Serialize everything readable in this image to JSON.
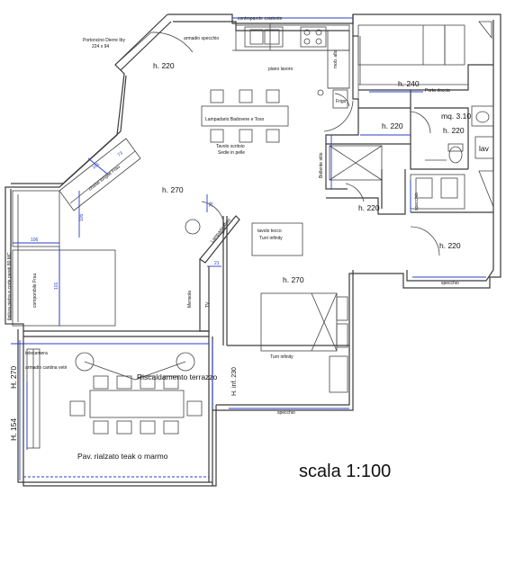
{
  "labels": {
    "controparete": "controparete esistente",
    "portoncino": "Portoncino Dierre Iby",
    "portoncino_size": "224 x 94",
    "armadio_specchio": "armadio specchio",
    "h220_entry": "h. 220",
    "piano_lavoro": "piano lavoro",
    "lampadario": "Lampadario Badovere e Toso",
    "tavolo": "Tavolo scritoio",
    "sedie": "Sedie in pelle",
    "frigo": "Frigo",
    "mob_alto": "mob. alto",
    "h240": "h. 240",
    "porta_doccia": "Porta doccia",
    "h220_bath1": "h. 220",
    "mq": "mq. 3.10",
    "h220_bath2": "h. 220",
    "lav": "lav",
    "bollente_stilo": "Bollente stilo",
    "h270_living": "h. 270",
    "chaise": "chaise longue Frau",
    "h220_corridor": "h. 220",
    "tavolo_tecco": "tavolo tecco",
    "turri_infinity_1": "Turri infinity",
    "h220_right": "h. 220",
    "specchio_1": "specchio",
    "specchio_2": "specchio",
    "componibile": "componibile Frau",
    "finitura": "finitura pietra e corte pareti 80 MC",
    "h270_bed": "h. 270",
    "turri_infinity_2": "Turri infinity",
    "mensola": "Mensola",
    "tv": "TV",
    "lampada": "Lampada stelo",
    "h270_left": "H. 270",
    "telecamera": "telecamera",
    "armadio_vetri": "armadio cantina vetri",
    "riscaldamento": "Riscaldamento terrazzo",
    "h_inf": "H. inf. 230",
    "specchio_bed": "specchio",
    "h154": "H. 154",
    "pavimento": "Pav. rialzato teak o marmo",
    "scala": "scala 1:100",
    "dim_181": "181",
    "dim_73": "73",
    "dim_105": "105",
    "dim_106": "106",
    "dim_101": "101",
    "dim_21": "21",
    "dim_39": "39"
  },
  "colors": {
    "walls": "#3a3a3a",
    "dimensions": "#2a3cc8",
    "background": "#ffffff"
  }
}
